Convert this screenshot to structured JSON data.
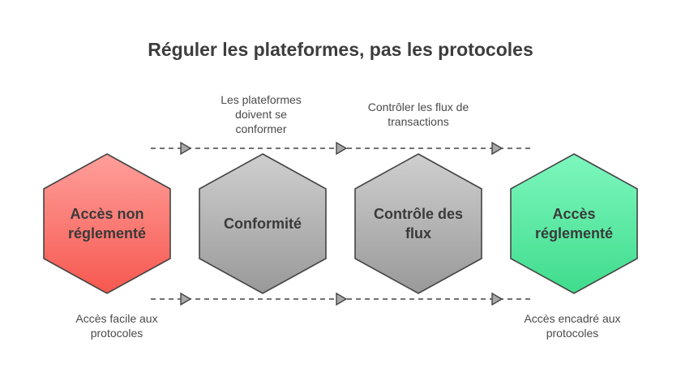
{
  "title": "Réguler les plateformes, pas les protocoles",
  "nodes": [
    {
      "label": "Accès non réglementé",
      "gradient": [
        "#ff9f9b",
        "#f6584f"
      ]
    },
    {
      "label": "Conformité",
      "gradient": [
        "#cfcfcf",
        "#999999"
      ]
    },
    {
      "label": "Contrôle des flux",
      "gradient": [
        "#cfcfcf",
        "#999999"
      ]
    },
    {
      "label": "Accès réglementé",
      "gradient": [
        "#7df7be",
        "#3fdc8c"
      ]
    }
  ],
  "captions": {
    "top_1": "Les plateformes doivent se conformer",
    "top_2": "Contrôler les flux de transactions",
    "bottom_1": "Accès facile aux protocoles",
    "bottom_2": "Accès encadré aux protocoles"
  },
  "colors": {
    "stroke": "#444444",
    "arrow_fill": "#a8a8a8"
  }
}
